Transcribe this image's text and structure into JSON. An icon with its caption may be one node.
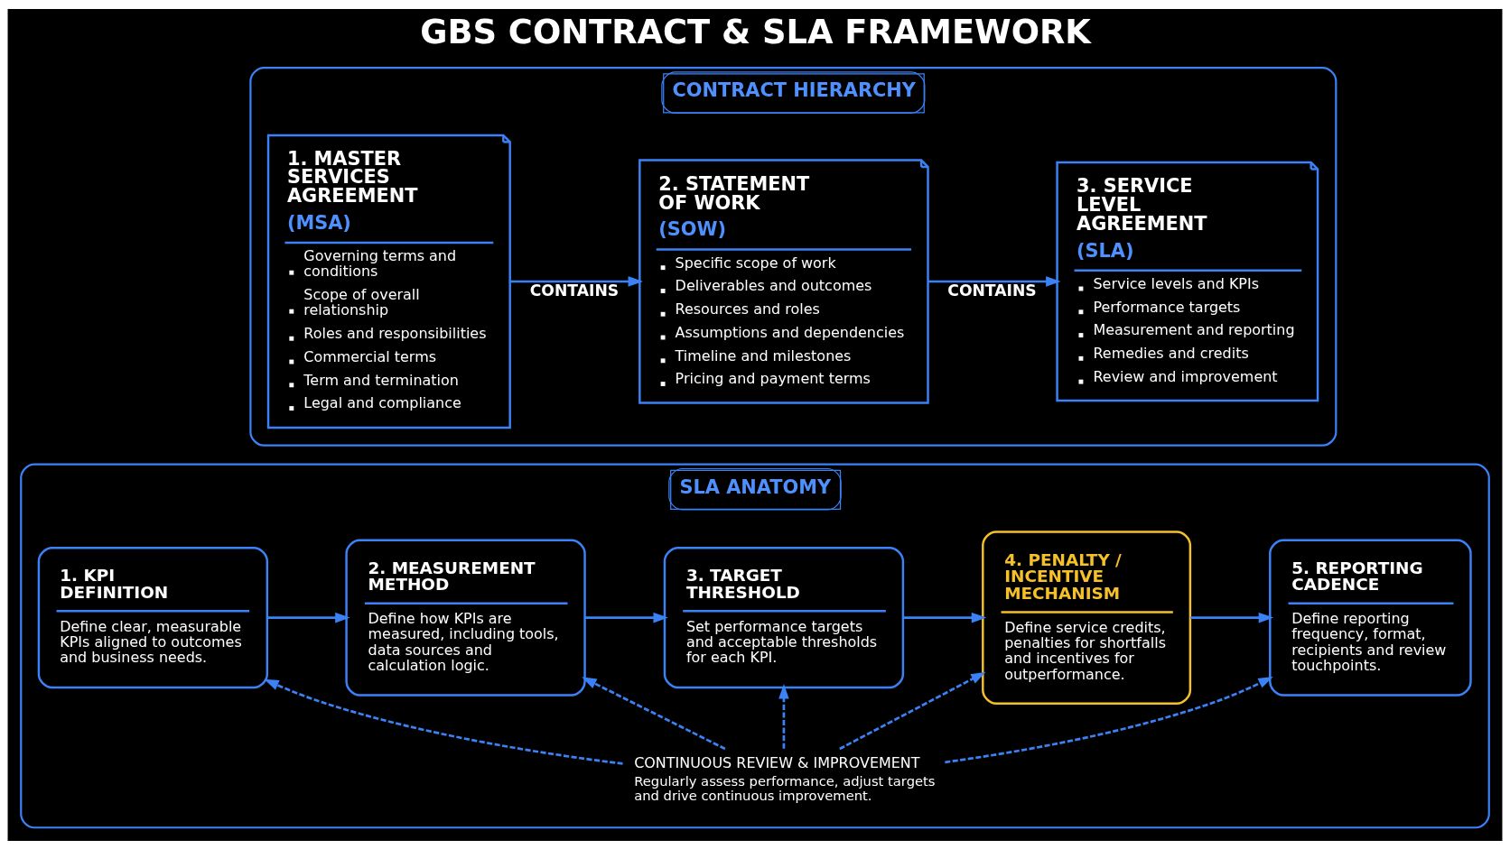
{
  "diagram": {
    "title": "GBS CONTRACT & SLA FRAMEWORK",
    "nodes": [
      {
        "text": [
          "CONTRACT HIERARCHY"
        ]
      },
      {
        "text": [
          "1. MASTER SERVICES AGREEMENT",
          "(MSA)",
          "Governing terms and conditions",
          "Scope of overall relationship",
          "Roles and responsibilities",
          "Commercial terms",
          "Term and termination",
          "Legal and compliance"
        ],
        "in": 0
      },
      {
        "text": [
          "2. STATEMENT OF WORK",
          "(SOW)",
          "Specific scope of work",
          "Deliverables and outcomes",
          "Resources and roles",
          "Assumptions and dependencies",
          "Timeline and milestones",
          "Pricing and payment terms"
        ],
        "in": 0
      },
      {
        "text": [
          "3. SERVICE LEVEL AGREEMENT",
          "(SLA)",
          "Service levels and KPIs",
          "Performance targets",
          "Measurement and reporting",
          "Remedies and credits",
          "Review and improvement"
        ],
        "in": 0
      },
      {
        "text": [
          "SLA ANATOMY"
        ]
      },
      {
        "text": [
          "1. KPI DEFINITION",
          "Define clear, measurable KPIs aligned to outcomes and business needs."
        ],
        "in": 4
      },
      {
        "text": [
          "2. MEASUREMENT METHOD",
          "Define how KPIs are measured, including tools, data sources and calculation logic."
        ],
        "in": 4
      },
      {
        "text": [
          "3. TARGET THRESHOLD",
          "Set performance targets and acceptable thresholds for each KPI."
        ],
        "in": 4
      },
      {
        "text": [
          "4. PENALTY / INCENTIVE MECHANISM",
          "Define service credits, penalties for shortfalls and incentives for outperformance."
        ],
        "in": 4
      },
      {
        "text": [
          "5. REPORTING CADENCE",
          "Define reporting frequency, format, recipients and review touchpoints."
        ],
        "in": 4
      },
      {
        "text": [
          "CONTINUOUS REVIEW & IMPROVEMENT",
          "Regularly assess performance, adjust targets and drive continuous improvement."
        ],
        "in": 4
      }
    ],
    "edges": [
      {
        "from": 1,
        "to": 2,
        "arrow": "to",
        "label": "CONTAINS"
      },
      {
        "from": 2,
        "to": 3,
        "arrow": "to",
        "label": "CONTAINS"
      },
      {
        "from": 5,
        "to": 6,
        "arrow": "to"
      },
      {
        "from": 6,
        "to": 7,
        "arrow": "to"
      },
      {
        "from": 7,
        "to": 8,
        "arrow": "to"
      },
      {
        "from": 8,
        "to": 9,
        "arrow": "to"
      },
      {
        "from": 10,
        "to": 5,
        "arrow": "to",
        "style": "dashed"
      },
      {
        "from": 10,
        "to": 6,
        "arrow": "to",
        "style": "dashed"
      },
      {
        "from": 10,
        "to": 7,
        "arrow": "to",
        "style": "dashed"
      },
      {
        "from": 10,
        "to": 8,
        "arrow": "to",
        "style": "dashed"
      },
      {
        "from": 10,
        "to": 9,
        "arrow": "to",
        "style": "dashed"
      }
    ]
  }
}
